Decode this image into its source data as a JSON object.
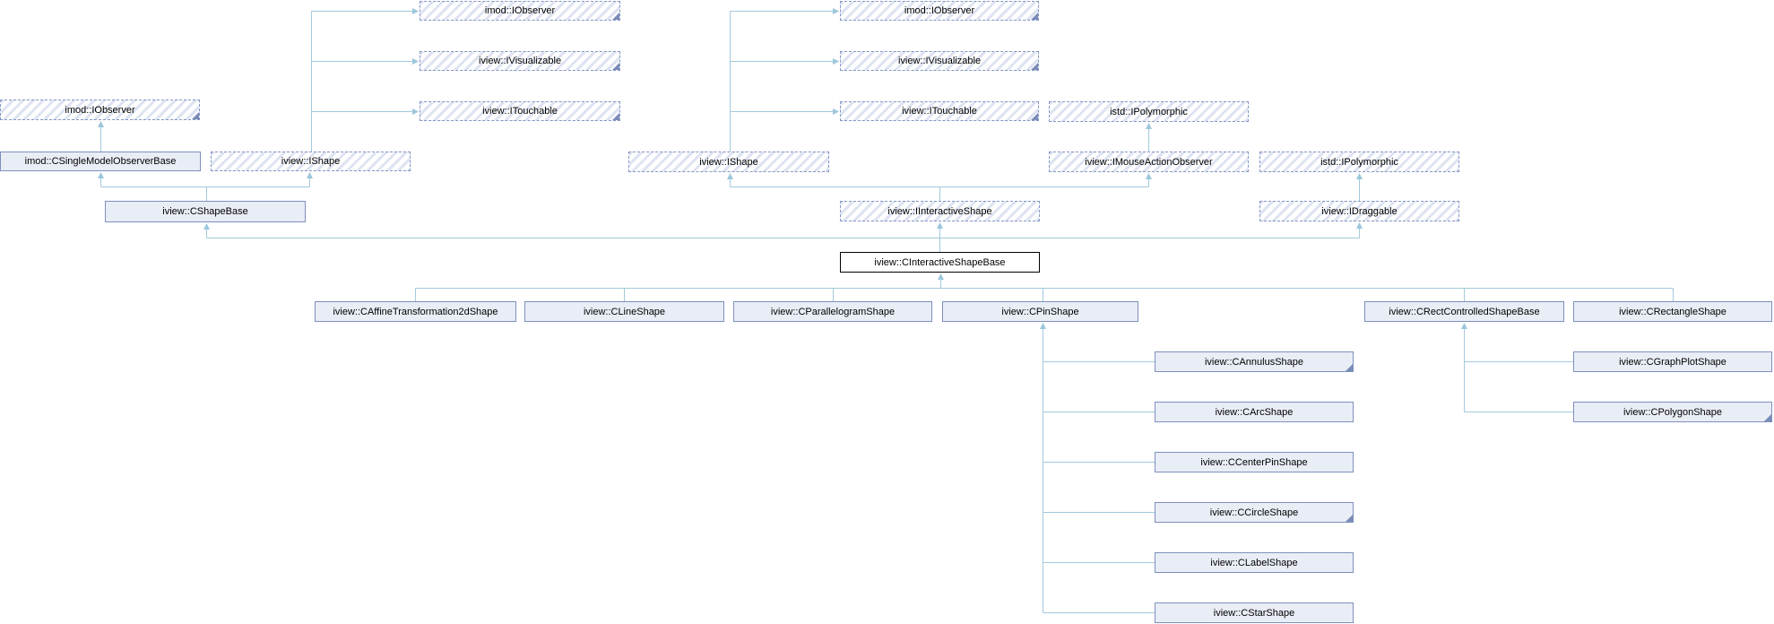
{
  "diagram": {
    "kind": "class-inheritance-graph",
    "colors": {
      "background": "#ffffff",
      "edge": "#a3c9dd",
      "arrowhead": "#9cc6dc",
      "interface_border": "#8496c4",
      "interface_hatch": "#dde3f1",
      "class_border": "#7e90bd",
      "class_fill": "#e9edf6",
      "focus_border": "#000000",
      "truncation_corner": "#7b8cb8",
      "text": "#000000"
    },
    "nodes": [
      {
        "label": "imod::IObserver",
        "kind": "interface",
        "truncated": true
      },
      {
        "label": "imod::CSingleModelObserverBase",
        "kind": "class",
        "truncated": false
      },
      {
        "label": "iview::IShape",
        "kind": "interface",
        "truncated": false
      },
      {
        "label": "imod::IObserver",
        "kind": "interface",
        "truncated": true
      },
      {
        "label": "iview::IVisualizable",
        "kind": "interface",
        "truncated": true
      },
      {
        "label": "iview::ITouchable",
        "kind": "interface",
        "truncated": true
      },
      {
        "label": "iview::CShapeBase",
        "kind": "class",
        "truncated": false
      },
      {
        "label": "iview::IShape",
        "kind": "interface",
        "truncated": false
      },
      {
        "label": "imod::IObserver",
        "kind": "interface",
        "truncated": true
      },
      {
        "label": "iview::IVisualizable",
        "kind": "interface",
        "truncated": true
      },
      {
        "label": "iview::ITouchable",
        "kind": "interface",
        "truncated": true
      },
      {
        "label": "istd::IPolymorphic",
        "kind": "interface",
        "truncated": false
      },
      {
        "label": "iview::IMouseActionObserver",
        "kind": "interface",
        "truncated": false
      },
      {
        "label": "istd::IPolymorphic",
        "kind": "interface",
        "truncated": false
      },
      {
        "label": "iview::IInteractiveShape",
        "kind": "interface",
        "truncated": false
      },
      {
        "label": "iview::IDraggable",
        "kind": "interface",
        "truncated": false
      },
      {
        "label": "iview::CInteractiveShapeBase",
        "kind": "focus",
        "truncated": false
      },
      {
        "label": "iview::CAffineTransformation2dShape",
        "kind": "class",
        "truncated": false
      },
      {
        "label": "iview::CLineShape",
        "kind": "class",
        "truncated": false
      },
      {
        "label": "iview::CParallelogramShape",
        "kind": "class",
        "truncated": false
      },
      {
        "label": "iview::CPinShape",
        "kind": "class",
        "truncated": false
      },
      {
        "label": "iview::CRectControlledShapeBase",
        "kind": "class",
        "truncated": false
      },
      {
        "label": "iview::CRectangleShape",
        "kind": "class",
        "truncated": false
      },
      {
        "label": "iview::CAnnulusShape",
        "kind": "class",
        "truncated": true
      },
      {
        "label": "iview::CArcShape",
        "kind": "class",
        "truncated": false
      },
      {
        "label": "iview::CCenterPinShape",
        "kind": "class",
        "truncated": false
      },
      {
        "label": "iview::CCircleShape",
        "kind": "class",
        "truncated": true
      },
      {
        "label": "iview::CLabelShape",
        "kind": "class",
        "truncated": false
      },
      {
        "label": "iview::CStarShape",
        "kind": "class",
        "truncated": false
      },
      {
        "label": "iview::CGraphPlotShape",
        "kind": "class",
        "truncated": false
      },
      {
        "label": "iview::CPolygonShape",
        "kind": "class",
        "truncated": true
      }
    ],
    "edges": [
      {
        "from": 2,
        "to": 3
      },
      {
        "from": 2,
        "to": 4
      },
      {
        "from": 2,
        "to": 5
      },
      {
        "from": 1,
        "to": 0
      },
      {
        "from": 6,
        "to": 1
      },
      {
        "from": 6,
        "to": 2
      },
      {
        "from": 7,
        "to": 8
      },
      {
        "from": 7,
        "to": 9
      },
      {
        "from": 7,
        "to": 10
      },
      {
        "from": 12,
        "to": 11
      },
      {
        "from": 14,
        "to": 7
      },
      {
        "from": 14,
        "to": 12
      },
      {
        "from": 15,
        "to": 13
      },
      {
        "from": 16,
        "to": 6
      },
      {
        "from": 16,
        "to": 14
      },
      {
        "from": 16,
        "to": 15
      },
      {
        "from": 17,
        "to": 16
      },
      {
        "from": 18,
        "to": 16
      },
      {
        "from": 19,
        "to": 16
      },
      {
        "from": 20,
        "to": 16
      },
      {
        "from": 21,
        "to": 16
      },
      {
        "from": 22,
        "to": 16
      },
      {
        "from": 23,
        "to": 20
      },
      {
        "from": 24,
        "to": 20
      },
      {
        "from": 25,
        "to": 20
      },
      {
        "from": 26,
        "to": 20
      },
      {
        "from": 27,
        "to": 20
      },
      {
        "from": 28,
        "to": 20
      },
      {
        "from": 29,
        "to": 21
      },
      {
        "from": 30,
        "to": 21
      }
    ]
  }
}
